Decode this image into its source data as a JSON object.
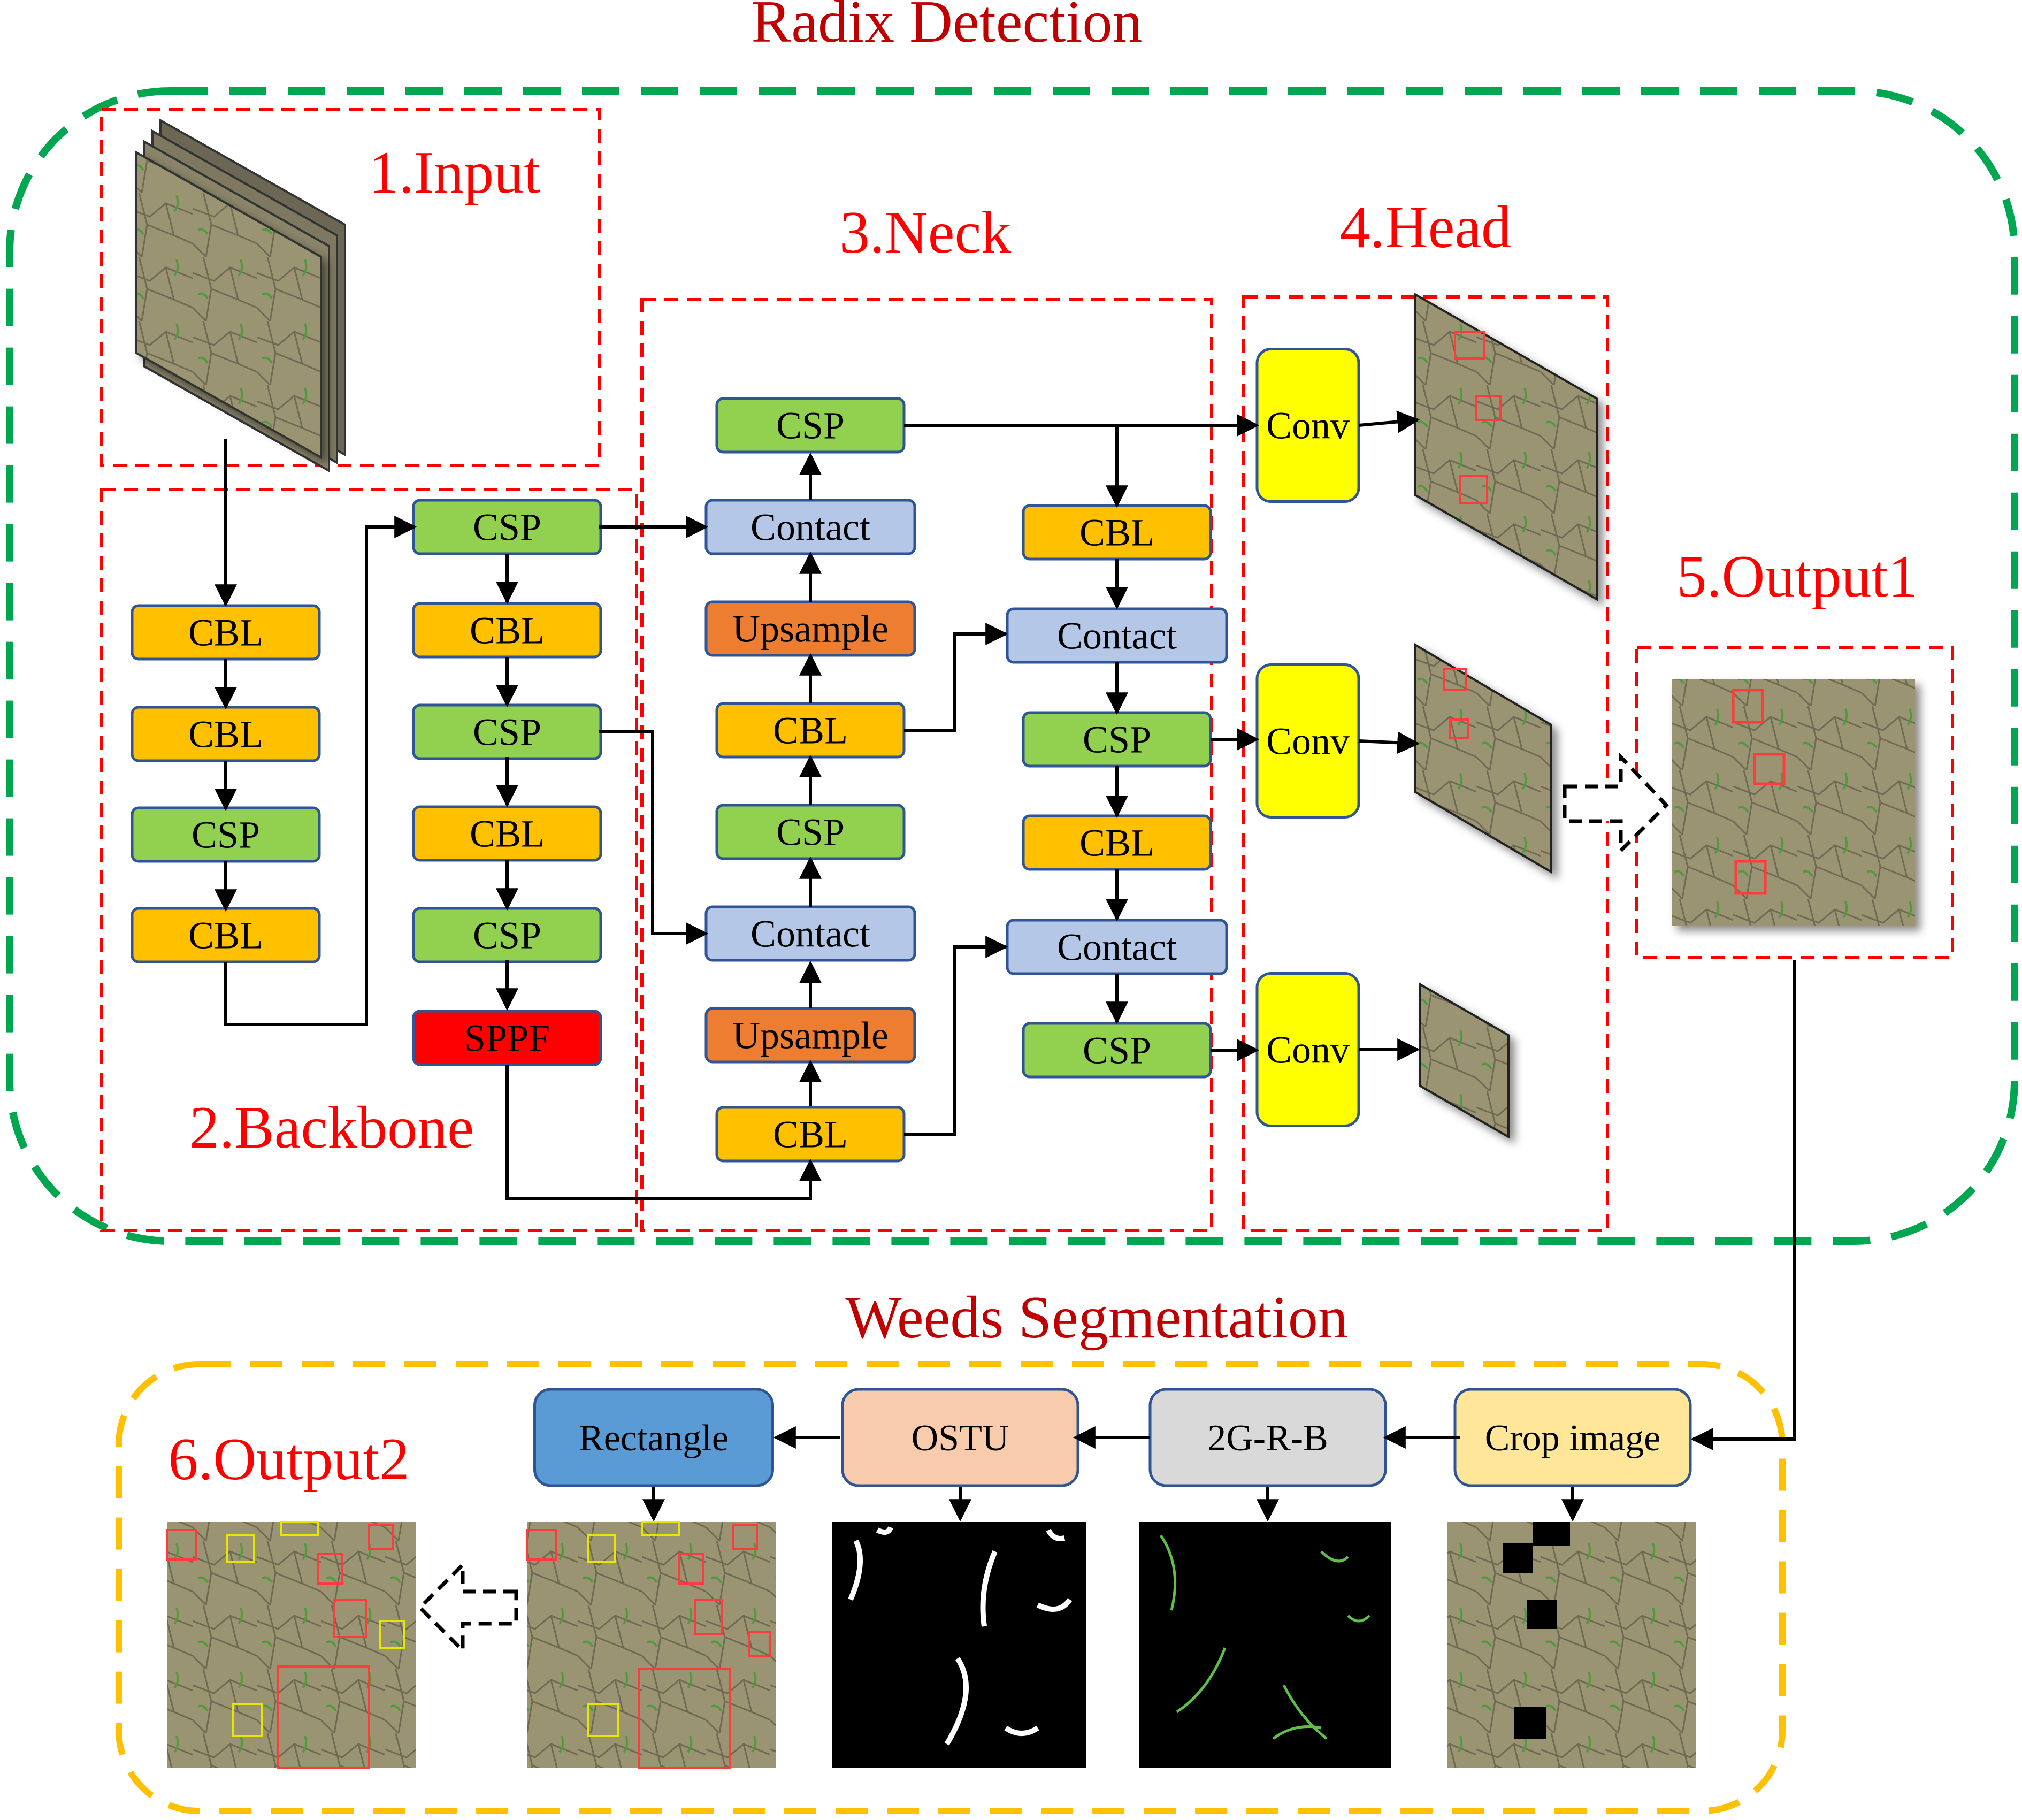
{
  "sections": {
    "detection_title": "Radix Detection",
    "input_title": "1.Input",
    "backbone_title": "2.Backbone",
    "neck_title": "3.Neck",
    "head_title": "4.Head",
    "output1_title": "5.Output1",
    "segmentation_title": "Weeds Segmentation",
    "output2_title": "6.Output2"
  },
  "backbone": {
    "col1": [
      "CBL",
      "CBL",
      "CSP",
      "CBL"
    ],
    "col2": [
      "CSP",
      "CBL",
      "CSP",
      "CBL",
      "CSP",
      "SPPF"
    ]
  },
  "neck": {
    "col1": [
      "CSP",
      "Contact",
      "Upsample",
      "CBL",
      "CSP",
      "Contact",
      "Upsample",
      "CBL"
    ],
    "col2": [
      "CBL",
      "Contact",
      "CSP",
      "CBL",
      "Contact",
      "CSP"
    ]
  },
  "head": {
    "convs": [
      "Conv",
      "Conv",
      "Conv"
    ]
  },
  "segmentation": {
    "steps": [
      "Rectangle",
      "OSTU",
      "2G-R-B",
      "Crop image"
    ]
  },
  "colors": {
    "csp": "#92d050",
    "cbl": "#ffc000",
    "contact": "#b4c7e7",
    "upsample": "#ed7d31",
    "sppf": "#ff0000",
    "conv": "#ffff00",
    "block_border": "#2f5597",
    "title_red": "#c00000",
    "section_red": "#ff0000",
    "detection_dash": "#00a650",
    "segmentation_dash": "#ffc000",
    "rectangle_fill": "#5b9bd5",
    "ostu_fill": "#f8cbad",
    "grb_fill": "#d9d9d9",
    "crop_fill": "#ffe699",
    "soil": "#9a9473"
  }
}
